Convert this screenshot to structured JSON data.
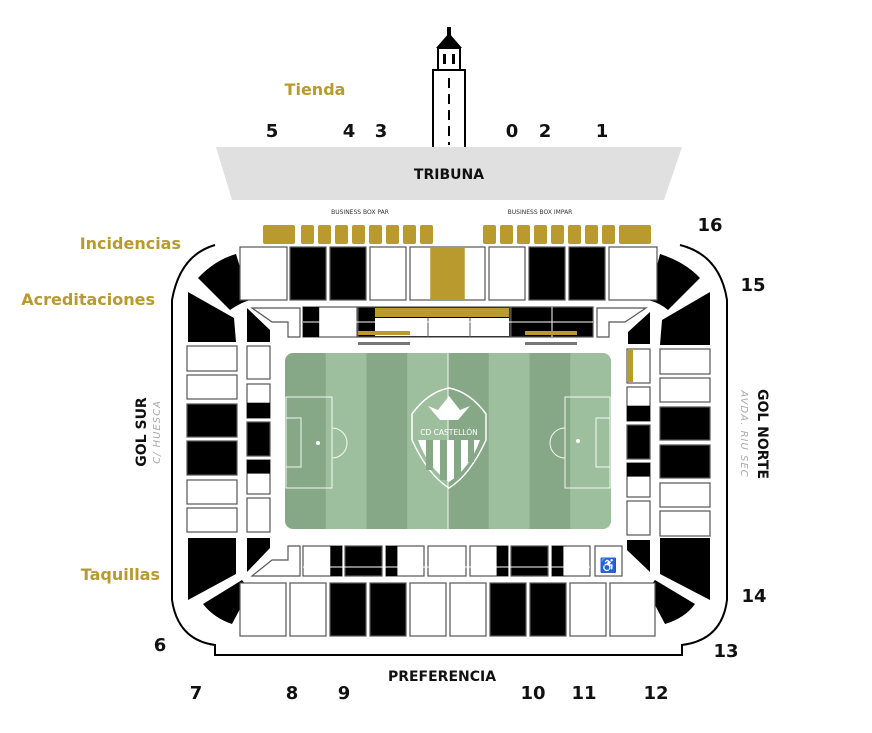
{
  "colors": {
    "gold": "#b99a2e",
    "available": "#ffffff",
    "sold": "#000000",
    "tribuna_roof": "#e0e0e0",
    "pitch_light": "#9dbf9d",
    "pitch_dark": "#86a886"
  },
  "points_of_interest": {
    "tienda": "Tienda",
    "incidencias": "Incidencias",
    "acreditaciones": "Acreditaciones",
    "taquillas": "Taquillas"
  },
  "stands": {
    "tribuna": "TRIBUNA",
    "preferencia": "PREFERENCIA",
    "gol_sur": "GOL SUR",
    "gol_sur_street": "C/ HUESCA",
    "gol_norte": "GOL NORTE",
    "gol_norte_street": "AVDA. RIU SEC"
  },
  "business_boxes": {
    "par": "BUSINESS BOX PAR",
    "impar": "BUSINESS BOX IMPAR"
  },
  "club_logo_text": "CD CASTELLÓN",
  "gates": [
    "5",
    "4",
    "3",
    "0",
    "2",
    "1",
    "16",
    "15",
    "14",
    "13",
    "12",
    "11",
    "10",
    "9",
    "8",
    "7",
    "6"
  ],
  "sections": {
    "tribuna_upper": [
      "white",
      "black",
      "black",
      "white",
      "gold",
      "white",
      "black",
      "black",
      "white"
    ],
    "tribuna_lower": [
      "white",
      "black",
      "gold",
      "white",
      "white",
      "black",
      "black",
      "white"
    ],
    "preferencia_upper": [
      "white",
      "white",
      "black",
      "black",
      "white",
      "white",
      "black",
      "black",
      "white",
      "white"
    ],
    "preferencia_lower": [
      "white",
      "whiteblack",
      "black",
      "blackwhite",
      "white",
      "whiteblack",
      "black",
      "blackwhite",
      "disabled"
    ],
    "gol_sur_outer": [
      "white",
      "white",
      "black",
      "black",
      "white",
      "white"
    ],
    "gol_sur_inner": [
      "white",
      "whiteblack",
      "black",
      "blackwhite",
      "white"
    ],
    "gol_norte_inner": [
      "goldwhite",
      "whiteblack",
      "black",
      "blackwhite",
      "white"
    ],
    "gol_norte_outer": [
      "white",
      "white",
      "black",
      "black",
      "white",
      "white"
    ]
  }
}
